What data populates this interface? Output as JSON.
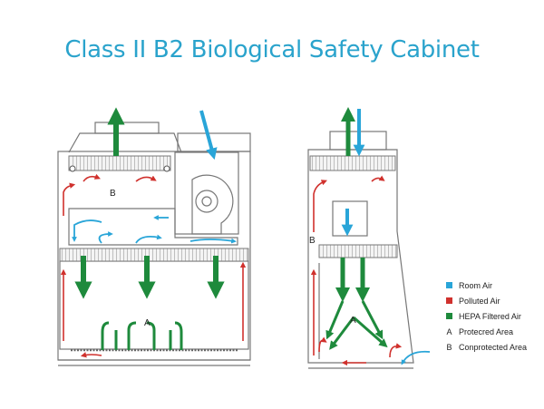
{
  "title": "Class II B2 Biological Safety Cabinet",
  "labels": {
    "zone_b": "B",
    "zone_a": "A"
  },
  "colors": {
    "room_air": "#29a5d8",
    "polluted_air": "#d0312d",
    "hepa_air": "#1e8a3c",
    "outline": "#777777"
  },
  "legend": [
    {
      "key": "swatch",
      "color": "#29a5d8",
      "label": "Room Air"
    },
    {
      "key": "swatch",
      "color": "#d0312d",
      "label": "Polluted Air"
    },
    {
      "key": "swatch",
      "color": "#1e8a3c",
      "label": "HEPA Filtered Air"
    },
    {
      "key": "A",
      "label": "Protecred Area"
    },
    {
      "key": "B",
      "label": "Conprotected Area"
    }
  ]
}
